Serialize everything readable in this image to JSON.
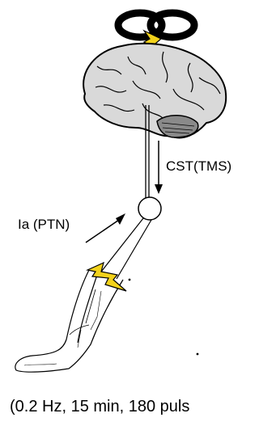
{
  "diagram": {
    "labels": {
      "cst": "CST(TMS)",
      "ia": "Ia (PTN)",
      "caption": "(0.2 Hz, 15 min, 180 puls"
    },
    "colors": {
      "stroke": "#000000",
      "coil": "#000000",
      "lightning_fill": "#f2d21b",
      "brain_fill": "#d9d9d9",
      "cerebellum_fill": "#8a8a8a",
      "background": "#ffffff"
    },
    "icons": [
      "tms-coil-icon",
      "lightning-bolt-icon",
      "brain-icon",
      "spinal-cord-icon",
      "arrow-icon",
      "leg-icon",
      "spinal-neuron-icon"
    ]
  }
}
